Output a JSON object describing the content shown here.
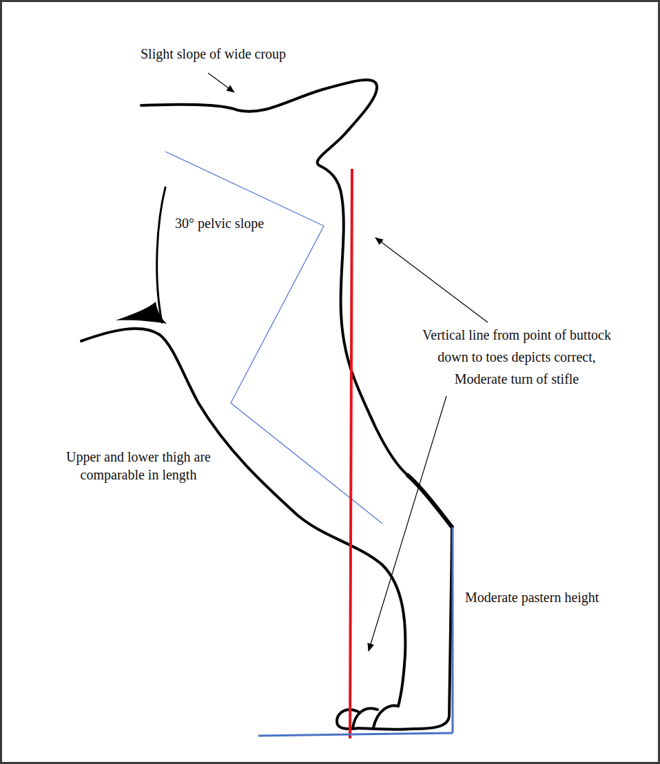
{
  "diagram": {
    "labels": [
      "Slight slope of wide croup",
      "30° pelvic slope",
      "Vertical line from point of buttock down to toes depicts correct, Moderate turn of stifle",
      "Upper and lower thigh are comparable in length",
      "Moderate pastern height"
    ]
  }
}
